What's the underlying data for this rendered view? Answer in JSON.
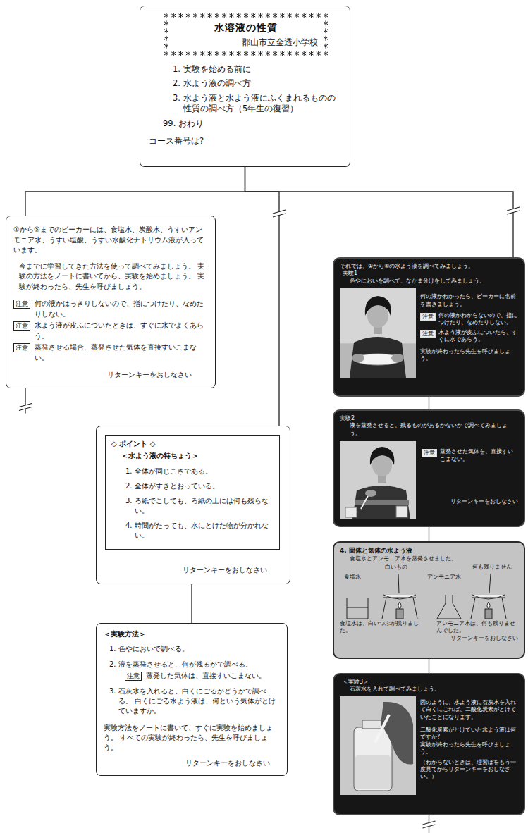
{
  "diagram": {
    "nodes": [
      {
        "text": [
          "1. 実験を始める前に",
          "2. 水よう液の調べ方",
          "3. 水よう液と水よう液にふくまれるものの 性質の調べ方（5年生の復習）",
          "99. おわり",
          "コース番号は?"
        ]
      },
      {
        "text": [
          "水溶液の性質",
          "郡山市立金透小学校"
        ],
        "in": 0
      },
      {
        "text": [
          "①から⑤までのビーカーには、食塩水、炭酸水、うすいアンモニア水、うすい塩酸、うすい水酸化ナトリウム液が入っています。",
          "今までに学習してきた方法を使って調べてみましょう。 実験の方法をノートに書いてから、実験を始めましょう。 実験が終わったら、先生を呼びましょう。",
          "何の液かはっきりしないので、指につけたり、なめたりしない。",
          "水よう液が皮ふについたときは、すぐに水でよくあらう。",
          "蒸発させる場合、蒸発させた気体を直接すいこまない。",
          "リターンキーをおしなさい"
        ]
      },
      {
        "text": [
          "注意"
        ],
        "in": 2
      },
      {
        "text": [
          "注意"
        ],
        "in": 2
      },
      {
        "text": [
          "注意"
        ],
        "in": 2
      },
      {
        "text": [
          "リターンキーをおしなさい"
        ]
      },
      {
        "text": [
          "◇ ポイント ◇",
          "＜水よう液の特ちょう＞",
          "1. 全体が同じこさである。",
          "2. 全体がすきとおっている。",
          "3. ろ紙でこしても、ろ紙の上には何も残らない。",
          "4. 時間がたっても、水にとけた物が分かれない。"
        ],
        "in": 6
      },
      {
        "text": [
          "＜実験方法＞",
          "1. 色やにおいで調べる。",
          "2. 液を蒸発させると、何が残るかで調べる。",
          "蒸発した気体は、直接すいこまない。",
          "3. 石灰水を入れると、白くにごるかどうかで調べる。 白くにごる水よう液は、何という気体がとけていますか。",
          "実験方法をノートに書いて、すぐに実験を始めましょう。 すべての実験が終わったら、先生を呼びましょう。",
          "リターンキーをおしなさい"
        ]
      },
      {
        "text": [
          "注意"
        ],
        "in": 8
      },
      {
        "text": [
          "それでは、①から⑤の水よう液を調べてみましょう。",
          "実験1",
          "色やにおいを調べて、なかま分けをしてみましょう。",
          "何の液かわかったら、ビーカーに名前を書きましょう。",
          "何の液かわからないので、指につけたり、なめたりしない。",
          "水よう液が皮ふについたら、すぐに水であらう。",
          "実験が終わったら先生を呼びましょう。"
        ]
      },
      {
        "text": [
          "注意"
        ],
        "in": 10
      },
      {
        "text": [
          "注意"
        ],
        "in": 10
      },
      {
        "text": [
          "実験2",
          "液を蒸発させると、残るものがあるかないかで調べてみましょう。",
          "蒸発させた気体を、直接すいこまない。",
          "リターンキーをおしなさい"
        ]
      },
      {
        "text": [
          "注意"
        ],
        "in": 13
      },
      {
        "text": [
          "4. 固体と気体の水よう液",
          "食塩水とアンモニア水を蒸発させました。",
          "食塩水は、白いつぶが残りました。",
          "アンモニア水は、何も残りませんでした。",
          "リターンキーをおしなさい"
        ]
      },
      {
        "text": [
          "＜実験3＞",
          "石灰水を入れて調べてみましょう。",
          "図のように、水よう液に石灰水を入れて白くにごれば、二酸化炭素がとけていたことになります。",
          "二酸化炭素がとけていた水よう液は何ですか?",
          "実験が終わったら先生を呼びましょう。",
          "（わからないときは、理習ぼをもう一度見てからリターンキーをおしなさい。）"
        ]
      }
    ],
    "edges": [
      {
        "from": 0,
        "to": 2,
        "arrow": "none"
      },
      {
        "from": 0,
        "to": 6,
        "arrow": "none"
      },
      {
        "from": 0,
        "to": 10,
        "arrow": "none"
      },
      {
        "from": 6,
        "to": 8,
        "arrow": "none"
      },
      {
        "from": 10,
        "to": 13,
        "arrow": "none"
      },
      {
        "from": 13,
        "to": 15,
        "arrow": "none"
      },
      {
        "from": 15,
        "to": 16,
        "arrow": "none"
      }
    ],
    "labels": [
      "白いもの",
      "食塩水",
      "アンモニア水",
      "何も残りません"
    ]
  }
}
